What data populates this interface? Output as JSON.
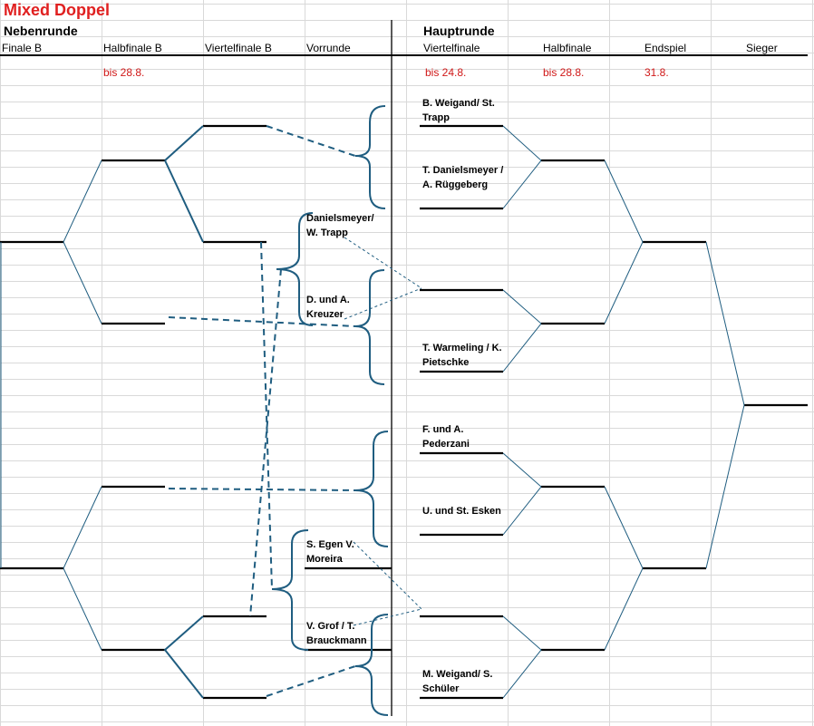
{
  "title": "Mixed Doppel",
  "nebenrunde": {
    "label": "Nebenrunde",
    "columns": [
      "Finale B",
      "Halbfinale B",
      "Viertelfinale B",
      "Vorrunde"
    ],
    "date": "bis 28.8.",
    "teams": [
      "Danielsmeyer/ W. Trapp",
      "D. und A. Kreuzer",
      "S. Egen V. Moreira",
      "V. Grof / T. Brauckmann"
    ]
  },
  "hauptrunde": {
    "label": "Hauptrunde",
    "columns": [
      "Viertelfinale",
      "Halbfinale",
      "Endspiel",
      "Sieger"
    ],
    "dates": [
      "bis 24.8.",
      "bis 28.8.",
      "31.8."
    ],
    "teams": [
      "B. Weigand/ St. Trapp",
      "T. Danielsmeyer / A. Rüggeberg",
      "T. Warmeling / K. Pietschke",
      "F. und A. Pederzani",
      "U. und St. Esken",
      "M. Weigand/ S. Schüler"
    ]
  },
  "colors": {
    "title": "#e02020",
    "date": "#d01818",
    "bracket": "#1f5d80",
    "grid": "#d9d9d9"
  }
}
